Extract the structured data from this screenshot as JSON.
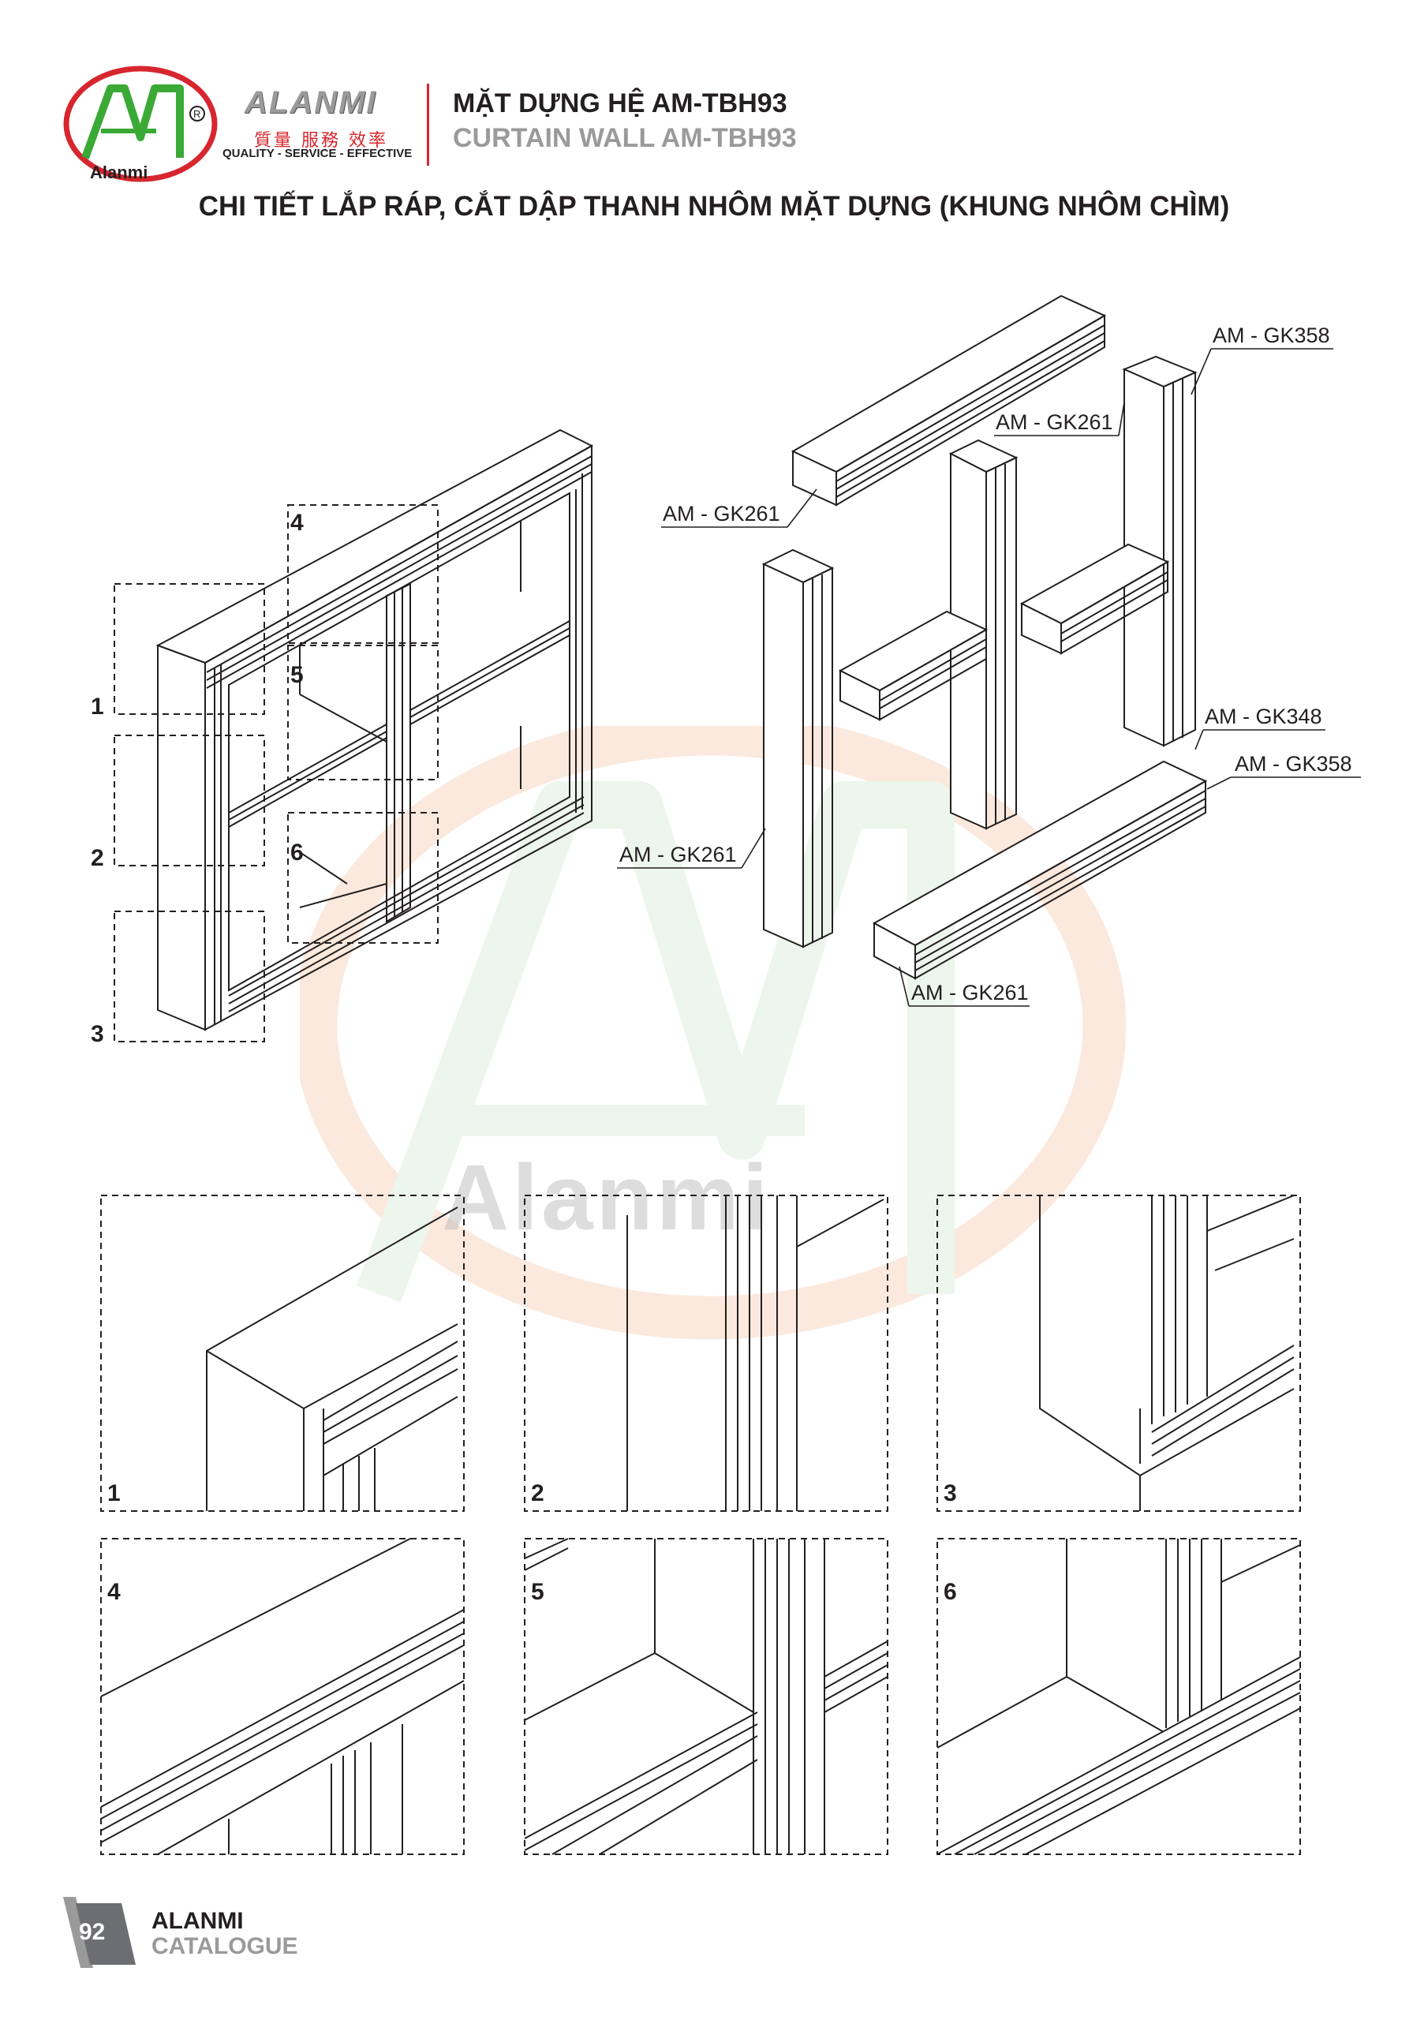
{
  "header": {
    "logo_text": "Alanmi",
    "brand_word": "ALANMI",
    "brand_chinese": "質量 服務 效率",
    "tagline": "QUALITY - SERVICE - EFFECTIVE",
    "title_vn": "MẶT DỰNG HỆ AM-TBH93",
    "title_en": "CURTAIN WALL AM-TBH93"
  },
  "subtitle": "CHI TIẾT LẮP RÁP, CẮT DẬP THANH NHÔM MẶT DỰNG (KHUNG NHÔM CHÌM)",
  "watermark_text": "Alanmi",
  "assembly": {
    "detail_numbers": [
      "1",
      "2",
      "3",
      "4",
      "5",
      "6"
    ]
  },
  "exploded": {
    "parts": [
      "AM - GK358",
      "AM - GK261",
      "AM - GK261",
      "AM - GK348",
      "AM - GK358",
      "AM - GK261",
      "AM - GK261"
    ]
  },
  "details": [
    "1",
    "2",
    "3",
    "4",
    "5",
    "6"
  ],
  "footer": {
    "page_number": "92",
    "brand": "ALANMI",
    "catalogue": "CATALOGUE"
  },
  "colors": {
    "brand_red": "#d7262e",
    "brand_green": "#3aa935",
    "text_dark": "#231f20",
    "text_grey": "#9a9a9a"
  }
}
